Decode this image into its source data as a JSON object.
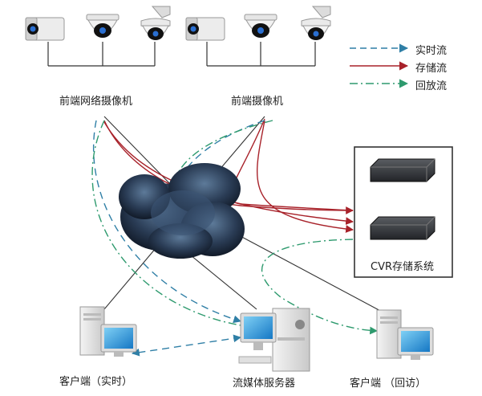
{
  "labels": {
    "front_network_cameras": "前端网络摄像机",
    "front_cameras": "前端摄像机",
    "cvr_storage": "CVR存储系统",
    "client_realtime": "客户端（实时）",
    "media_server": "流媒体服务器",
    "client_playback": "客户端 （回访）"
  },
  "legend": [
    {
      "label": "实时流",
      "color": "#2f7fa6",
      "style": "dashed"
    },
    {
      "label": "存储流",
      "color": "#a8222a",
      "style": "solid"
    },
    {
      "label": "回放流",
      "color": "#2e9a6e",
      "style": "dashdot"
    }
  ],
  "colors": {
    "realtime": "#2f7fa6",
    "storage": "#a8222a",
    "playback": "#2e9a6e",
    "cloud": "#1e2c42"
  },
  "icons": [
    "bullet-camera-icon",
    "dome-camera-icon",
    "ptz-camera-icon",
    "server-icon",
    "nvr-device-icon",
    "desktop-computer-icon",
    "cloud-network-icon"
  ]
}
